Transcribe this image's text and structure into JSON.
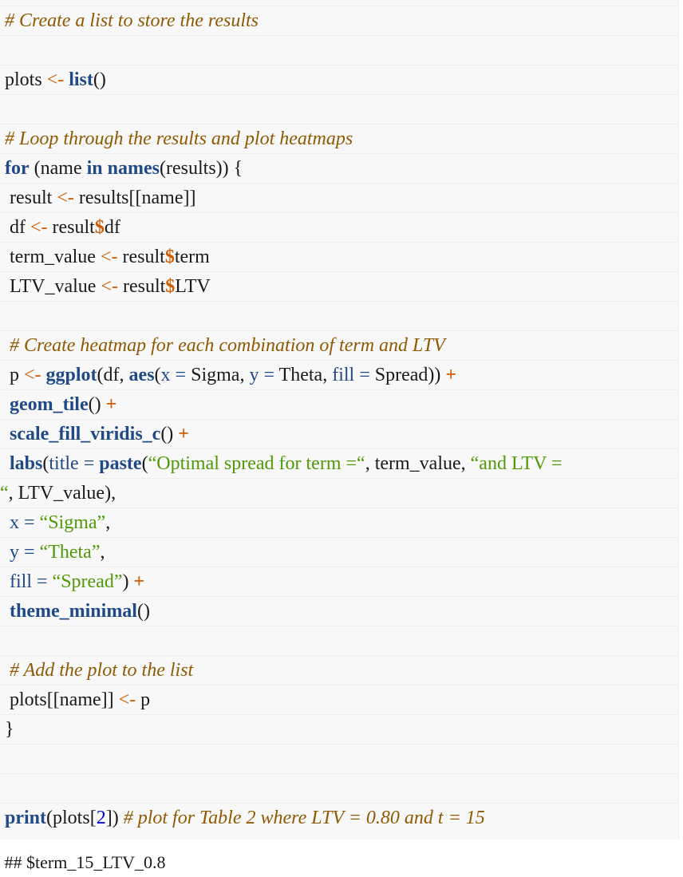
{
  "code": {
    "c1": "# Create a list to store the results",
    "plots_var": "plots",
    "assign": "<-",
    "list_fn": "list",
    "parens": "()",
    "c2": "# Loop through the results and plot heatmaps",
    "for_kw": "for",
    "in_kw": "in",
    "names_fn": "names",
    "name_var": "name",
    "results_var": "results",
    "result_var": "result",
    "dollar": "$",
    "df_var": "df",
    "term_value_var": "term_value",
    "term_var": "term",
    "ltv_value_var": "LTV_value",
    "ltv_var": "LTV",
    "c3": "# Create heatmap for each combination of term and LTV",
    "p_var": "p",
    "ggplot_fn": "ggplot",
    "aes_fn": "aes",
    "x_arg": "x",
    "y_arg": "y",
    "fill_arg": "fill",
    "title_arg": "title",
    "eq": "=",
    "plus": "+",
    "sigma_var": "Sigma",
    "theta_var": "Theta",
    "spread_var": "Spread",
    "geom_tile_fn": "geom_tile",
    "scale_fn": "scale_fill_viridis_c",
    "labs_fn": "labs",
    "paste_fn": "paste",
    "str_title1": "“Optimal spread for term =“",
    "str_title2a": "“and LTV =",
    "str_title2b": "“",
    "str_sigma": "“Sigma”",
    "str_theta": "“Theta”",
    "str_spread": "“Spread”",
    "theme_fn": "theme_minimal",
    "c4": "# Add the plot to the list",
    "print_fn": "print",
    "idx_num": "2",
    "c5": "# plot for Table 2 where LTV = 0.80 and t = 15",
    "output_line": "## $term_15_LTV_0.8"
  }
}
